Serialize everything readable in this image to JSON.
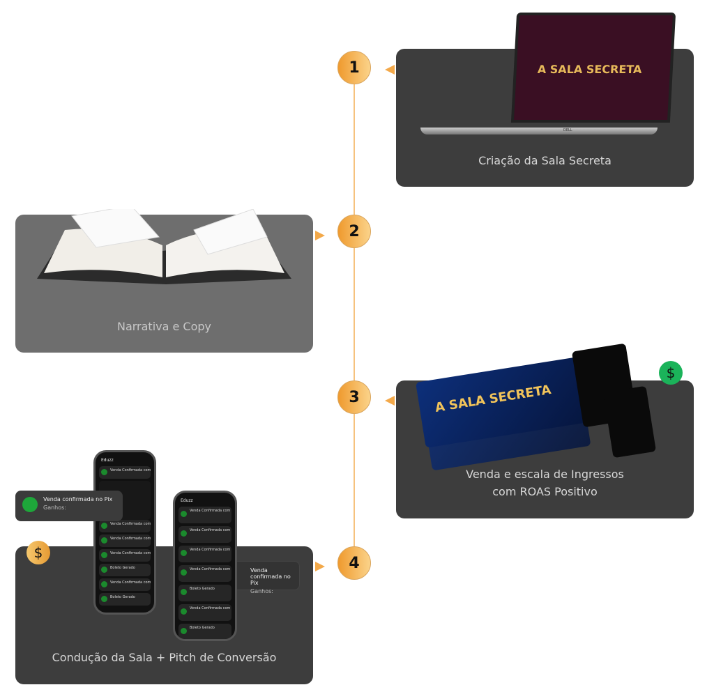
{
  "steps": [
    {
      "number": "1",
      "title": "Criação da Sala Secreta"
    },
    {
      "number": "2",
      "title": "Narrativa e Copy"
    },
    {
      "number": "3",
      "title_line1": "Venda e escala de Ingressos",
      "title_line2": "com ROAS Positivo"
    },
    {
      "number": "4",
      "title": "Condução da Sala + Pitch de Conversão"
    }
  ],
  "brand": {
    "logo_text": "A SALA SECRETA",
    "laptop_brand": "DELL"
  },
  "notification": {
    "title": "Venda confirmada no Pix",
    "earnings_label": "Ganhos:"
  },
  "phone": {
    "app": "Eduzz",
    "row_sale": "Venda Confirmada com Pix",
    "row_boleto": "Boleto Gerado"
  },
  "currency_symbol": "$",
  "colors": {
    "accent": "#f3a94a",
    "card": "#3d3d3d",
    "card_light": "#6e6e6e",
    "green": "#1bb35a"
  }
}
